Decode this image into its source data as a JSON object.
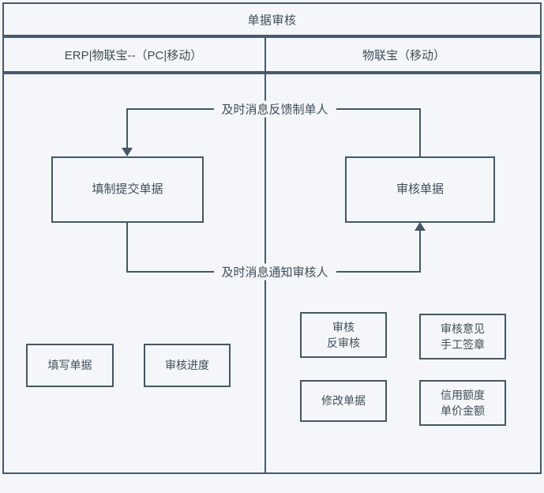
{
  "diagram": {
    "title": "单据审核",
    "lanes": [
      {
        "name": "lane-erp",
        "label": "ERP|物联宝--（PC|移动）"
      },
      {
        "name": "lane-wlb",
        "label": "物联宝（移动）"
      }
    ],
    "nodes": {
      "fill_submit": "填制提交单据",
      "review": "审核单据",
      "write_doc": "填写单据",
      "review_progress": "审核进度",
      "review_unreview": "审核\n反审核",
      "review_opinion": "审核意见\n手工签章",
      "modify_doc": "修改单据",
      "credit_limit": "信用额度\n单价金额"
    },
    "edges": [
      {
        "name": "feedback",
        "label": "及时消息反馈制单人"
      },
      {
        "name": "notify",
        "label": "及时消息通知审核人"
      }
    ],
    "colors": {
      "stroke": "#465665",
      "frame": "#48596a",
      "background": "#f4f6f9",
      "text": "#3f4e5a"
    }
  }
}
